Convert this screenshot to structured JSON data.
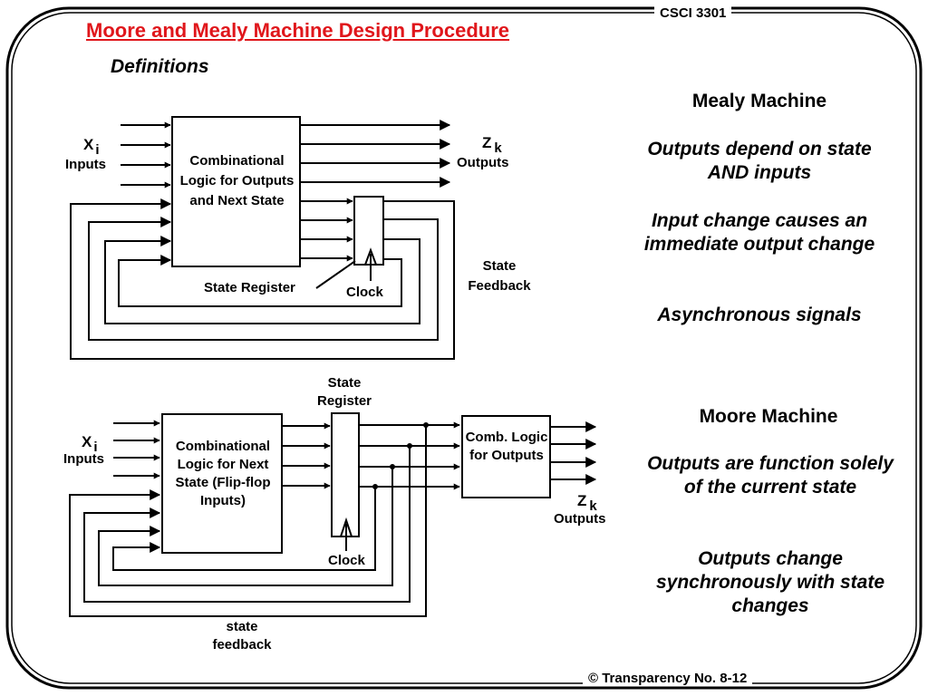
{
  "header": {
    "course": "CSCI 3301",
    "title": "Moore and Mealy Machine Design Procedure",
    "subtitle": "Definitions"
  },
  "footer": {
    "text": "© Transparency No. 8-12"
  },
  "mealy_diagram": {
    "input_symbol": "X",
    "input_subscript": "i",
    "inputs_label": "Inputs",
    "output_symbol": "Z",
    "output_subscript": "k",
    "outputs_label": "Outputs",
    "logic_block": "Combinational Logic for Outputs and Next State",
    "register_label": "State Register",
    "clock_label": "Clock",
    "feedback_label": "State Feedback"
  },
  "moore_diagram": {
    "input_symbol": "X",
    "input_subscript": "i",
    "inputs_label": "Inputs",
    "output_symbol": "Z",
    "output_subscript": "k",
    "outputs_label": "Outputs",
    "logic_block": "Combinational Logic for Next State (Flip-flop Inputs)",
    "register_label": "State Register",
    "output_logic_block": "Comb. Logic for Outputs",
    "clock_label": "Clock",
    "feedback_label": "state feedback"
  },
  "mealy_text": {
    "heading": "Mealy Machine",
    "points": [
      "Outputs depend on state AND inputs",
      "Input change causes an immediate output change",
      "Asynchronous signals"
    ]
  },
  "moore_text": {
    "heading": "Moore Machine",
    "points": [
      "Outputs are function solely of the current state",
      "Outputs change synchronously with state changes"
    ]
  }
}
